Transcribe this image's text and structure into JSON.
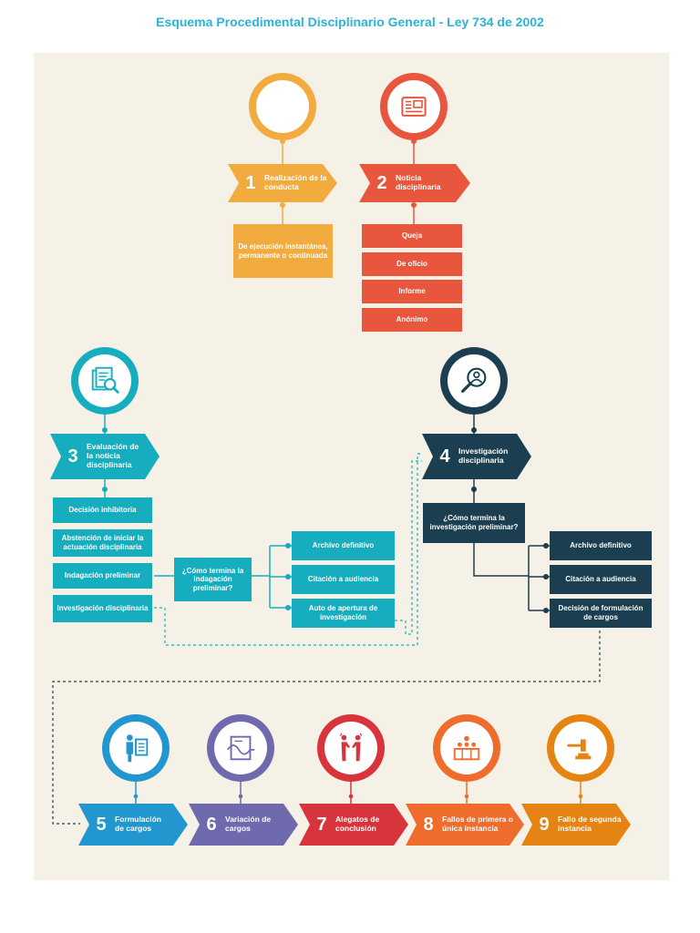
{
  "title": "Esquema Procedimental Disciplinario General - Ley 734 de 2002",
  "colors": {
    "title": "#2bb3d8",
    "panel": "#f6f1e7",
    "yellow": "#f2ab3f",
    "red": "#e9563e",
    "teal": "#16aebf",
    "navy": "#1b3f51",
    "blue": "#2196cf",
    "purple": "#6f69ae",
    "crimson": "#d7343b",
    "orange": "#ef6c2c",
    "amber": "#e58412"
  },
  "steps": [
    {
      "num": "1",
      "label": "Realización de la conducta",
      "icon": "running-person-icon"
    },
    {
      "num": "2",
      "label": "Noticia disciplinaria",
      "icon": "newspaper-icon"
    },
    {
      "num": "3",
      "label": "Evaluación de la noticia disciplinaria",
      "icon": "document-magnifier-icon"
    },
    {
      "num": "4",
      "label": "Investigación disciplinaria",
      "icon": "person-magnifier-icon"
    },
    {
      "num": "5",
      "label": "Formulación de cargos",
      "icon": "person-clipboard-icon"
    },
    {
      "num": "6",
      "label": "Variación de cargos",
      "icon": "document-wave-icon"
    },
    {
      "num": "7",
      "label": "Alegatos de conclusión",
      "icon": "two-people-arguing-icon"
    },
    {
      "num": "8",
      "label": "Fallos de primera o única instancia",
      "icon": "tribunal-icon"
    },
    {
      "num": "9",
      "label": "Fallo de segunda instancia",
      "icon": "gavel-icon"
    }
  ],
  "step1_detail": "De ejecución instantánea, permanente o continuada",
  "step2_sources": [
    "Queja",
    "De oficio",
    "Informe",
    "Anónimo"
  ],
  "step3_options": [
    "Decisión inhibitoria",
    "Abstención de iniciar la actuación disciplinaria",
    "Indagación preliminar",
    "Investigación disciplinaria"
  ],
  "step3_question": "¿Cómo termina la indagación preliminar?",
  "step3_outcomes": [
    "Archivo definitivo",
    "Citación a audiencia",
    "Auto de apertura de investigación"
  ],
  "step4_question": "¿Cómo termina la investigación preliminar?",
  "step4_outcomes": [
    "Archivo definitivo",
    "Citación a audiencia",
    "Decisión de formulación de cargos"
  ]
}
